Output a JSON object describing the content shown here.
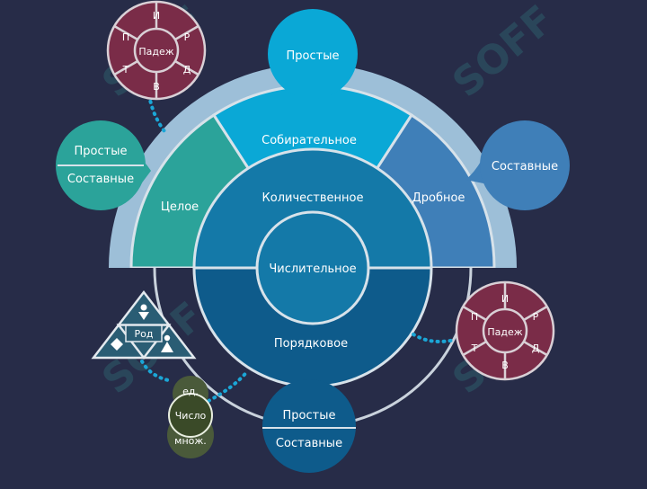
{
  "diagram": {
    "center_label": "Числительное",
    "upper_inner_label": "Количественное",
    "lower_label": "Порядковое",
    "segment_whole": "Целое",
    "segment_collective": "Собирательное",
    "segment_fraction": "Дробное",
    "top_bubble": "Простые",
    "right_bubble": "Составные",
    "left_bubble": {
      "top": "Простые",
      "bottom": "Составные"
    },
    "bottom_bubble": {
      "top": "Простые",
      "bottom": "Составные"
    },
    "case_wheel": {
      "center": "Падеж",
      "segments": [
        "И",
        "Р",
        "Д",
        "В",
        "Т",
        "П"
      ]
    },
    "gender": {
      "label": "Род"
    },
    "number": {
      "singular": "ед.",
      "label": "Число",
      "plural": "множ."
    },
    "watermark": "SOFF"
  },
  "colors": {
    "background": "#272c48",
    "teal": "#2ba39a",
    "cyan": "#0aa8d6",
    "steel_blue": "#3f7fb8",
    "mid_blue": "#1479a8",
    "navy_blue": "#0e5b8b",
    "maroon": "#7a2c48",
    "olive": "#4a5a3a"
  }
}
